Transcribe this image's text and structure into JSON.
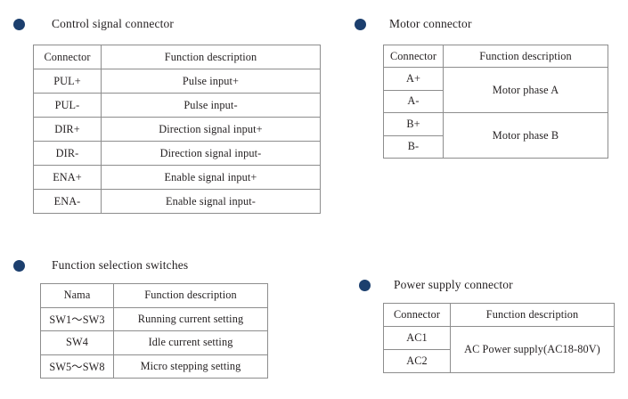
{
  "theme": {
    "bullet_color": "#1c3f6e",
    "border_color": "#8d8d8d",
    "text_color": "#231f20",
    "background": "#ffffff"
  },
  "sections": [
    {
      "id": "control",
      "title": "Control signal connector",
      "bullet_icon": "bullet-dot-icon",
      "table": {
        "columns": [
          "Connector",
          "Function description"
        ],
        "rows": [
          {
            "name": "PUL+",
            "desc": "Pulse input+"
          },
          {
            "name": "PUL-",
            "desc": "Pulse input-"
          },
          {
            "name": "DIR+",
            "desc": "Direction signal input+"
          },
          {
            "name": "DIR-",
            "desc": "Direction signal input-"
          },
          {
            "name": "ENA+",
            "desc": "Enable signal input+"
          },
          {
            "name": "ENA-",
            "desc": "Enable signal input-"
          }
        ]
      }
    },
    {
      "id": "motor",
      "title": "Motor connector",
      "bullet_icon": "bullet-dot-icon",
      "table": {
        "columns": [
          "Connector",
          "Function description"
        ],
        "groups": [
          {
            "names": [
              "A+",
              "A-"
            ],
            "desc": "Motor phase A"
          },
          {
            "names": [
              "B+",
              "B-"
            ],
            "desc": "Motor phase B"
          }
        ]
      }
    },
    {
      "id": "switches",
      "title": "Function selection switches",
      "bullet_icon": "bullet-dot-icon",
      "table": {
        "columns": [
          "Nama",
          "Function description"
        ],
        "rows": [
          {
            "name": "SW1～SW3",
            "desc": "Running current setting"
          },
          {
            "name": "SW4",
            "desc": "Idle current setting"
          },
          {
            "name": "SW5～SW8",
            "desc": "Micro stepping setting"
          }
        ]
      }
    },
    {
      "id": "power",
      "title": "Power supply connector",
      "bullet_icon": "bullet-dot-icon",
      "table": {
        "columns": [
          "Connector",
          "Function description"
        ],
        "groups": [
          {
            "names": [
              "AC1",
              "AC2"
            ],
            "desc": "AC Power supply(AC18-80V)"
          }
        ]
      }
    }
  ]
}
